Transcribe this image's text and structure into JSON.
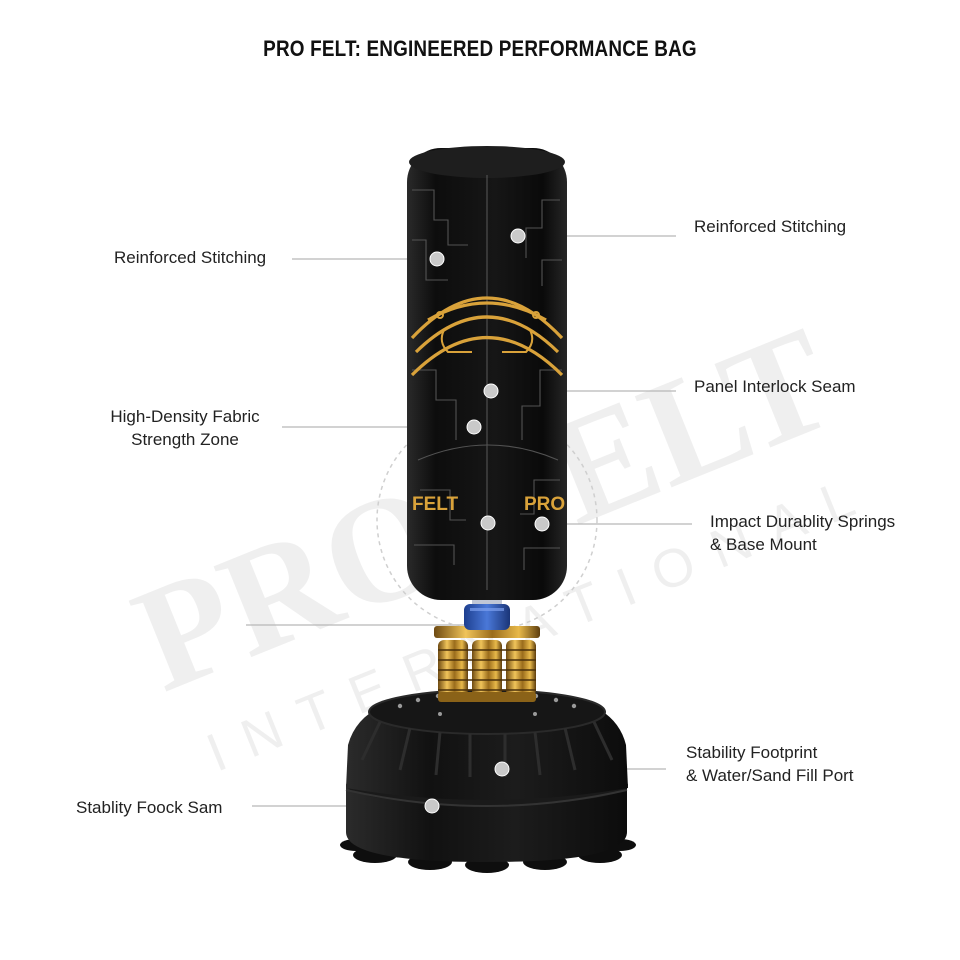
{
  "title": "PRO FELT: ENGINEERED PERFORMANCE BAG",
  "watermark": {
    "brand": "PRO FELT",
    "sub": "INTERNATIONAL"
  },
  "bag_print": {
    "left_text": "FELT",
    "right_text": "PRO"
  },
  "callouts": {
    "reinforced_left": "Reinforced Stitching",
    "reinforced_right": "Reinforced Stitching",
    "panel_seam": "Panel Interlock Seam",
    "high_density": [
      "High-Density Fabric",
      "Strength Zone"
    ],
    "impact": [
      "Impact Durablity Springs",
      "& Base Mount"
    ],
    "stability_footprint": [
      "Stability Footprint",
      "& Water/Sand Fill Port"
    ],
    "stability_foock": "Stablity Foock Sam"
  },
  "colors": {
    "bag": "#121212",
    "accent_gold": "#d9a23a",
    "collar_blue": "#2f58b8",
    "leader_line": "#b5b5b5",
    "dot": "#c8c8c8"
  }
}
